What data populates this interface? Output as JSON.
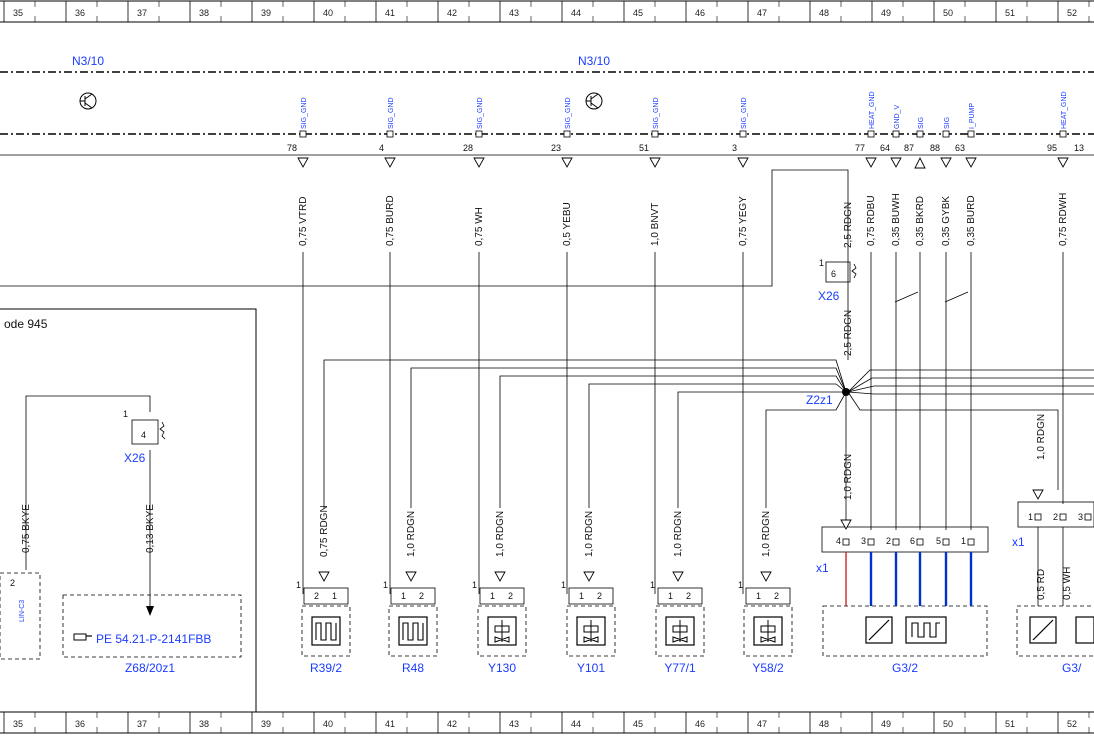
{
  "ruler": {
    "numbers": [
      "35",
      "36",
      "37",
      "38",
      "39",
      "40",
      "41",
      "42",
      "43",
      "44",
      "45",
      "46",
      "47",
      "48",
      "49",
      "50",
      "51",
      "52"
    ]
  },
  "header": {
    "module_left": "N3/10",
    "module_right": "N3/10"
  },
  "pins": [
    {
      "signal": "SIG_GND",
      "pin": "78",
      "wire": "0,75 VTRD"
    },
    {
      "signal": "SIG_GND",
      "pin": "4",
      "wire": "0,75 BURD"
    },
    {
      "signal": "SIG_GND",
      "pin": "28",
      "wire": "0,75 WH"
    },
    {
      "signal": "SIG_GND",
      "pin": "23",
      "wire": "0,5 YEBU"
    },
    {
      "signal": "SIG_GND",
      "pin": "51",
      "wire": "1,0 BNVT"
    },
    {
      "signal": "SIG_GND",
      "pin": "3",
      "wire": "0,75 YEGY"
    },
    {
      "signal": "HEAT_GND",
      "pin": "77",
      "wire": "0,75 RDBU"
    },
    {
      "signal": "GND_V",
      "pin": "64",
      "wire": "0,35 BUWH"
    },
    {
      "signal": "SIG",
      "pin": "87",
      "wire": "0,35 BKRD"
    },
    {
      "signal": "SIG",
      "pin": "88",
      "wire": "0,35 GYBK"
    },
    {
      "signal": "I_PUMP",
      "pin": "63",
      "wire": "0,35 BURD"
    },
    {
      "signal": "HEAT_GND",
      "pin": "95",
      "wire": "0,75 RDWH"
    }
  ],
  "extra_pin": "13",
  "wire_main": "2,5 RDGN",
  "wire_main2": "2,5 RDGN",
  "splice": "Z2z1",
  "conn_x26_top": {
    "name": "X26",
    "pin_a": "1",
    "pin_b": "6"
  },
  "conn_x26_left": {
    "name": "X26",
    "pin_a": "1",
    "pin_b": "4"
  },
  "code_box": "ode 945",
  "left_wires": {
    "w1": "0,75 BKYE",
    "w2": "0,13 BKYE",
    "lin": "LIN-C3",
    "pin2": "2"
  },
  "ref_link": "PE 54.21-P-2141FBB",
  "ref_box_name": "Z68/20z1",
  "x1_name": "x1",
  "x1_right_name": "x1",
  "x1_pins": [
    "4",
    "3",
    "2",
    "6",
    "5",
    "1"
  ],
  "x1_right_pins": [
    "1",
    "2",
    "3"
  ],
  "down_wire": "1,0 RDGN",
  "right_down_wire": "1,0 RDGN",
  "right_wires": [
    "0,5 RD",
    "0,5 WH"
  ],
  "components": [
    {
      "name": "R39/2",
      "wire": "0,75 RDGN",
      "p1": "2",
      "p2": "1"
    },
    {
      "name": "R48",
      "wire": "1,0 RDGN",
      "p1": "1",
      "p2": "2"
    },
    {
      "name": "Y130",
      "wire": "1,0 RDGN",
      "p1": "1",
      "p2": "2"
    },
    {
      "name": "Y101",
      "wire": "1,0 RDGN",
      "p1": "1",
      "p2": "2"
    },
    {
      "name": "Y77/1",
      "wire": "1,0 RDGN",
      "p1": "1",
      "p2": "2"
    },
    {
      "name": "Y58/2",
      "wire": "1,0 RDGN",
      "p1": "1",
      "p2": "2"
    }
  ],
  "comp_g32": "G3/2",
  "comp_g3_cut": "G3/",
  "comp_top_pin": "1",
  "colors": {
    "accent_blue": "#1a3cff",
    "wire_red": "#cc0000",
    "wire_blue": "#0033cc"
  }
}
